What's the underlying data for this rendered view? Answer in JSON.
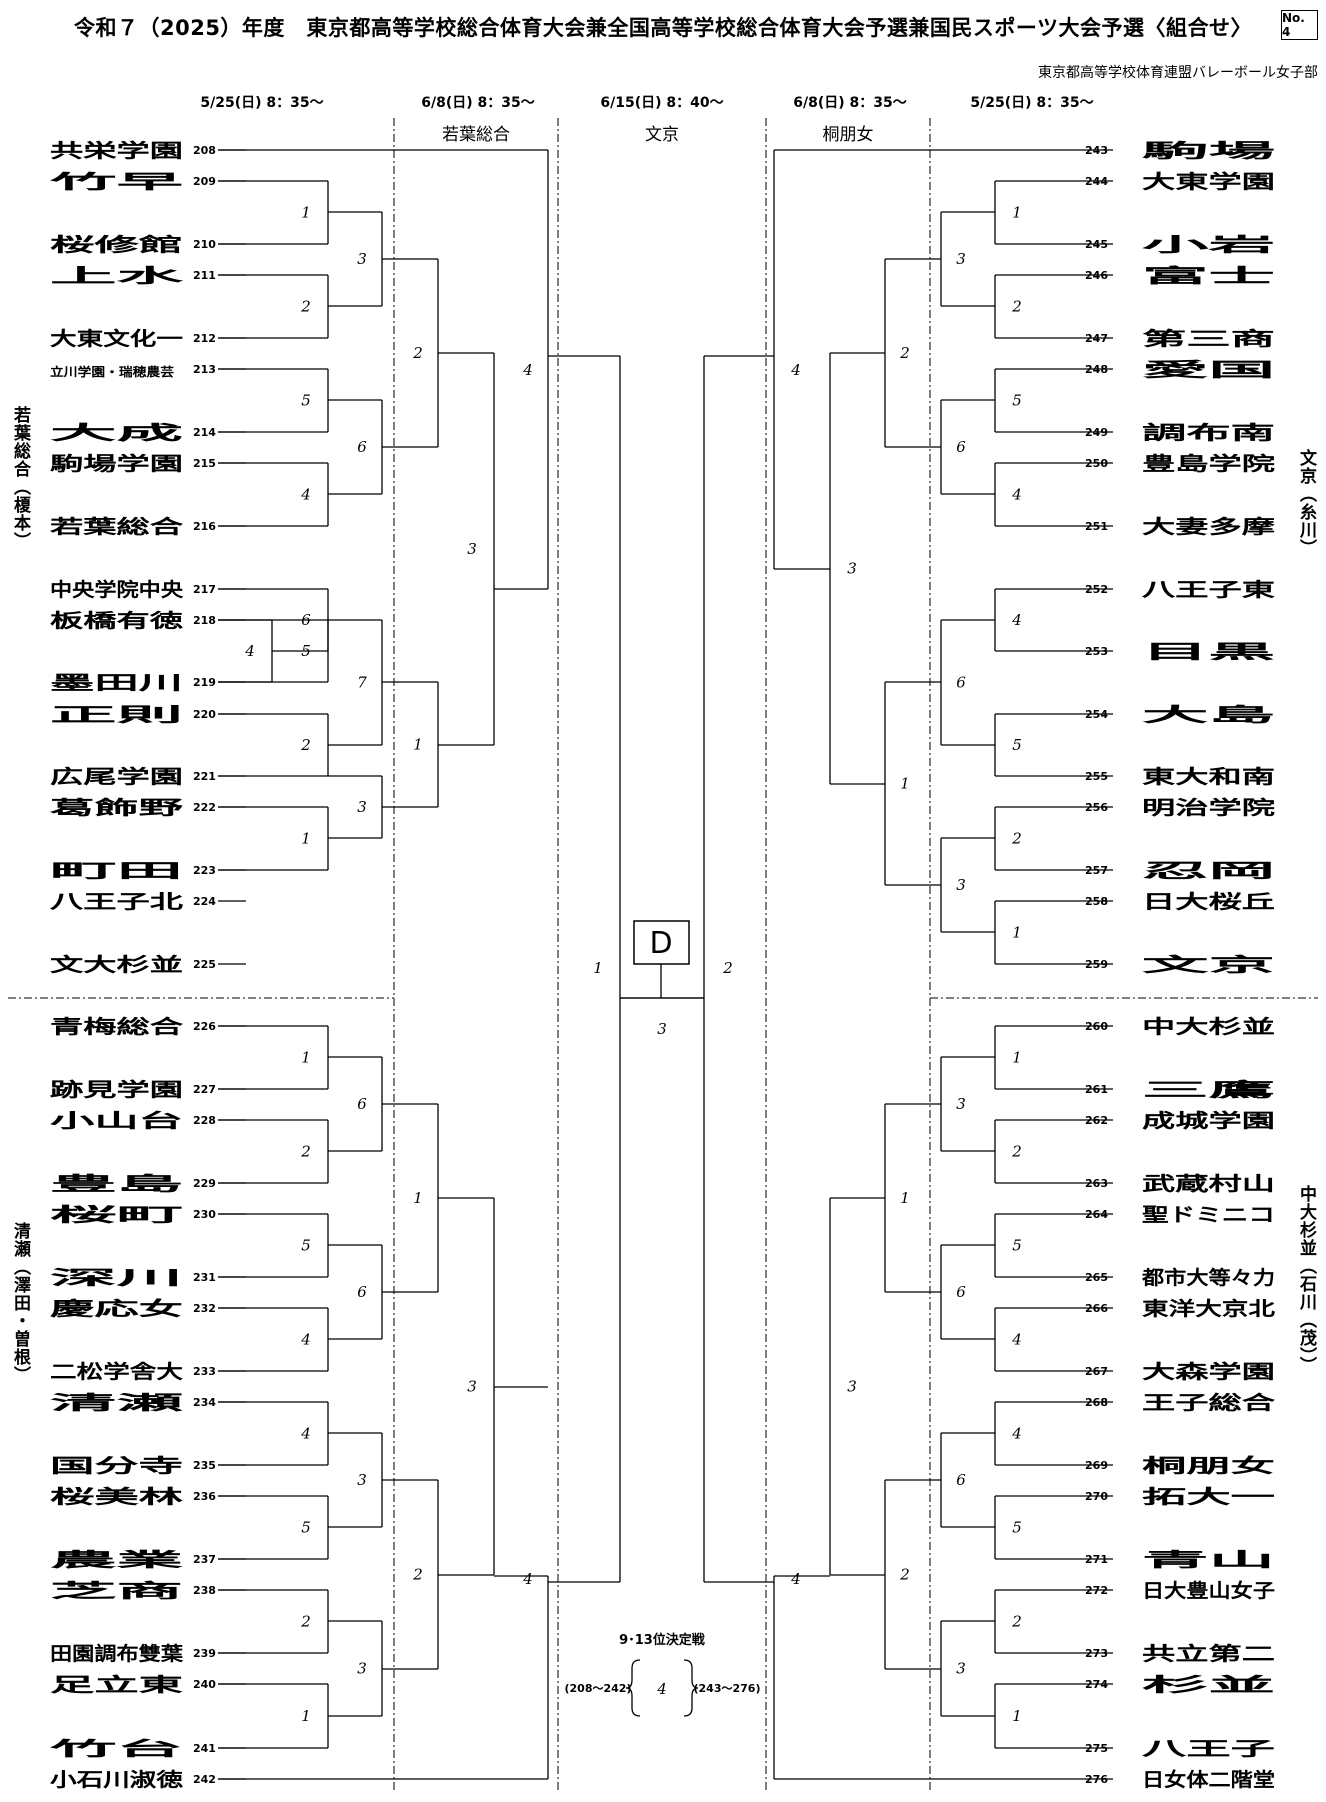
{
  "header": {
    "title": "令和７（2025）年度　東京都高等学校総合体育大会兼全国高等学校総合体育大会予選兼国民スポーツ大会予選〈組合せ〉",
    "page_no": "No. 4",
    "org": "東京都高等学校体育連盟バレーボール女子部"
  },
  "dates": [
    "5/25(日) 8：35～",
    "6/8(日) 8：35～",
    "6/15(日) 8：40～",
    "6/8(日) 8：35～",
    "5/25(日) 8：35～"
  ],
  "venues": [
    "若葉総合",
    "文京",
    "桐朋女"
  ],
  "left_teams": [
    {
      "seed": "208",
      "name": "共栄学園"
    },
    {
      "seed": "209",
      "name": "竹早"
    },
    {
      "seed": "210",
      "name": "桜修館"
    },
    {
      "seed": "211",
      "name": "上水"
    },
    {
      "seed": "212",
      "name": "大東文化一"
    },
    {
      "seed": "213",
      "name": "立川学園・瑞穂農芸"
    },
    {
      "seed": "214",
      "name": "大成"
    },
    {
      "seed": "215",
      "name": "駒場学園"
    },
    {
      "seed": "216",
      "name": "若葉総合"
    },
    {
      "seed": "217",
      "name": "中央学院中央"
    },
    {
      "seed": "218",
      "name": "板橋有徳"
    },
    {
      "seed": "219",
      "name": "墨田川"
    },
    {
      "seed": "220",
      "name": "正則"
    },
    {
      "seed": "221",
      "name": "広尾学園"
    },
    {
      "seed": "222",
      "name": "葛飾野"
    },
    {
      "seed": "223",
      "name": "町田"
    },
    {
      "seed": "224",
      "name": "八王子北"
    },
    {
      "seed": "225",
      "name": "文大杉並"
    },
    {
      "seed": "226",
      "name": "青梅総合"
    },
    {
      "seed": "227",
      "name": "跡見学園"
    },
    {
      "seed": "228",
      "name": "小山台"
    },
    {
      "seed": "229",
      "name": "豊島"
    },
    {
      "seed": "230",
      "name": "桜町"
    },
    {
      "seed": "231",
      "name": "深川"
    },
    {
      "seed": "232",
      "name": "慶応女"
    },
    {
      "seed": "233",
      "name": "二松学舎大"
    },
    {
      "seed": "234",
      "name": "清瀬"
    },
    {
      "seed": "235",
      "name": "国分寺"
    },
    {
      "seed": "236",
      "name": "桜美林"
    },
    {
      "seed": "237",
      "name": "農業"
    },
    {
      "seed": "238",
      "name": "芝商"
    },
    {
      "seed": "239",
      "name": "田園調布雙葉"
    },
    {
      "seed": "240",
      "name": "足立東"
    },
    {
      "seed": "241",
      "name": "竹台"
    },
    {
      "seed": "242",
      "name": "小石川淑徳"
    }
  ],
  "right_teams": [
    {
      "seed": "243",
      "name": "駒場"
    },
    {
      "seed": "244",
      "name": "大東学園"
    },
    {
      "seed": "245",
      "name": "小岩"
    },
    {
      "seed": "246",
      "name": "富士"
    },
    {
      "seed": "247",
      "name": "第三商"
    },
    {
      "seed": "248",
      "name": "愛国"
    },
    {
      "seed": "249",
      "name": "調布南"
    },
    {
      "seed": "250",
      "name": "豊島学院"
    },
    {
      "seed": "251",
      "name": "大妻多摩"
    },
    {
      "seed": "252",
      "name": "八王子東"
    },
    {
      "seed": "253",
      "name": "目黒"
    },
    {
      "seed": "254",
      "name": "大島"
    },
    {
      "seed": "255",
      "name": "東大和南"
    },
    {
      "seed": "256",
      "name": "明治学院"
    },
    {
      "seed": "257",
      "name": "忍岡"
    },
    {
      "seed": "258",
      "name": "日大桜丘"
    },
    {
      "seed": "259",
      "name": "文京"
    },
    {
      "seed": "260",
      "name": "中大杉並"
    },
    {
      "seed": "261",
      "name": "三鷹"
    },
    {
      "seed": "262",
      "name": "成城学園"
    },
    {
      "seed": "263",
      "name": "武蔵村山"
    },
    {
      "seed": "264",
      "name": "聖ドミニコ"
    },
    {
      "seed": "265",
      "name": "都市大等々力"
    },
    {
      "seed": "266",
      "name": "東洋大京北"
    },
    {
      "seed": "267",
      "name": "大森学園"
    },
    {
      "seed": "268",
      "name": "王子総合"
    },
    {
      "seed": "269",
      "name": "桐朋女"
    },
    {
      "seed": "270",
      "name": "拓大一"
    },
    {
      "seed": "271",
      "name": "青山"
    },
    {
      "seed": "272",
      "name": "日大豊山女子"
    },
    {
      "seed": "273",
      "name": "共立第二"
    },
    {
      "seed": "274",
      "name": "杉並"
    },
    {
      "seed": "275",
      "name": "八王子"
    },
    {
      "seed": "276",
      "name": "日女体二階堂"
    }
  ],
  "side_labels": {
    "left_top": "若葉総合（榎本）",
    "left_bottom": "清瀬（澤田・曽根）",
    "right_top": "文京（糸川）",
    "right_bottom": "中大杉並（石川（茂））"
  },
  "final": {
    "label": "D",
    "match": "3",
    "left_semi": "1",
    "right_semi": "2"
  },
  "placement": {
    "title": "9･13位決定戦",
    "left_range": "(208～242)",
    "right_range": "(243～276)",
    "match": "4"
  }
}
